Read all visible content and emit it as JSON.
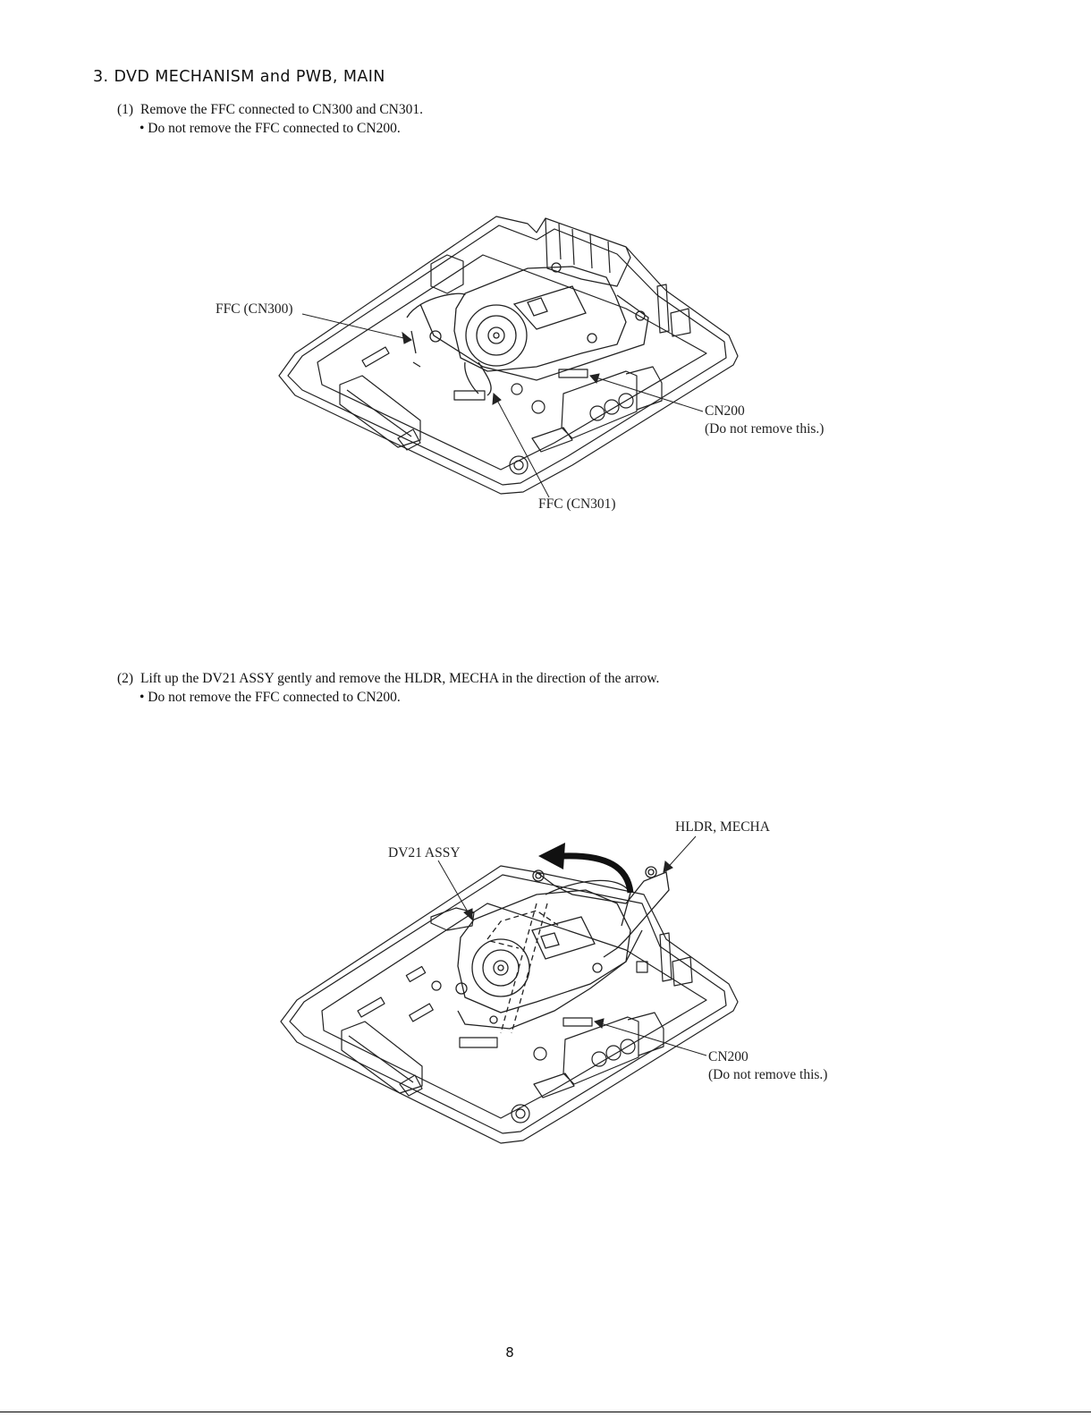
{
  "section": {
    "title": "3. DVD MECHANISM and PWB, MAIN"
  },
  "steps": [
    {
      "num": "(1)",
      "text": "Remove the FFC connected to CN300 and CN301.",
      "note": "• Do not remove the FFC connected to CN200.",
      "labels": {
        "ffc_cn300": "FFC (CN300)",
        "cn200": "CN200",
        "cn200_note": "(Do not remove this.)",
        "ffc_cn301": "FFC (CN301)"
      }
    },
    {
      "num": "(2)",
      "text": "Lift up the DV21 ASSY  gently and remove the HLDR, MECHA in the direction of the arrow.",
      "note": "• Do not remove the FFC connected to CN200.",
      "labels": {
        "hldr_mecha": "HLDR, MECHA",
        "dv21_assy": "DV21 ASSY",
        "cn200": "CN200",
        "cn200_note": "(Do not remove this.)"
      }
    }
  ],
  "footer": {
    "page_number": "8"
  }
}
